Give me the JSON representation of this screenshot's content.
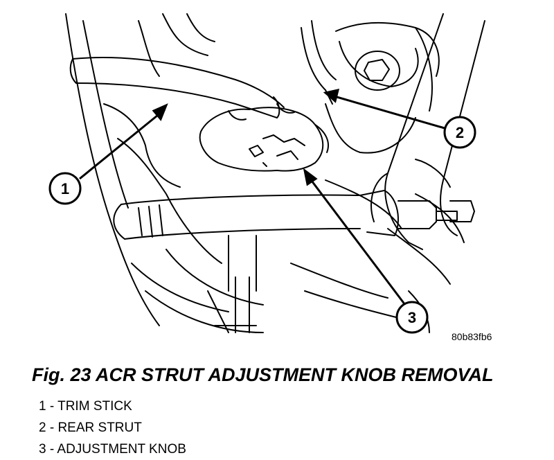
{
  "figure": {
    "code": "80b83fb6",
    "caption": "Fig. 23 ACR STRUT ADJUSTMENT KNOB REMOVAL"
  },
  "callouts": [
    "1",
    "2",
    "3"
  ],
  "legend": [
    "1 - TRIM STICK",
    "2 - REAR STRUT",
    "3 - ADJUSTMENT KNOB"
  ]
}
